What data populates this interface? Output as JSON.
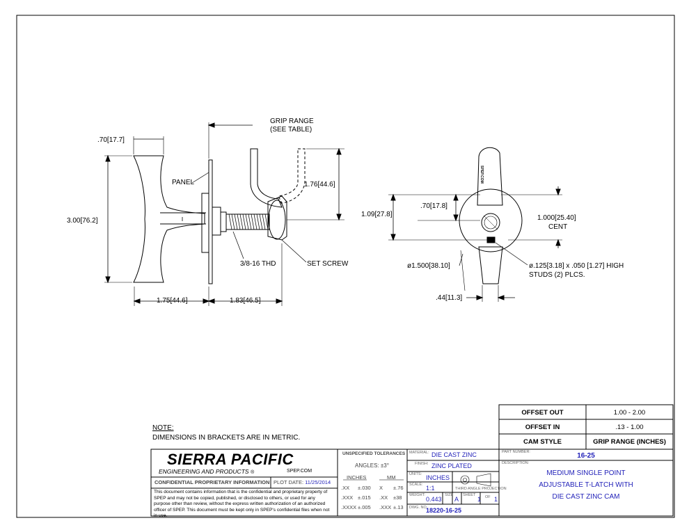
{
  "dimensions": {
    "handle_thickness": ".70",
    "handle_thickness_mm": "17.7",
    "handle_height": "3.00",
    "handle_height_mm": "76.2",
    "handle_depth": "1.75",
    "handle_depth_mm": "44.6",
    "shaft_length": "1.83",
    "shaft_length_mm": "46.5",
    "cam_height": "1.76",
    "cam_height_mm": "44.6",
    "body_offset": "1.09",
    "body_offset_mm": "27.8",
    "body_inner": ".70",
    "body_inner_mm": "17.8",
    "center_dist": "1.000",
    "center_dist_mm": "25.40",
    "center_label": "CENT",
    "diameter": "1.500",
    "diameter_mm": "38.10",
    "stud_width": ".44",
    "stud_width_mm": "11.3"
  },
  "labels": {
    "panel": "PANEL",
    "grip_range": "GRIP RANGE",
    "see_table": "(SEE TABLE)",
    "thread": "3/8-16 THD",
    "set_screw": "SET SCREW",
    "studs_line1": ".125",
    "studs_line1_mm": "3.18",
    "studs_line1_b": ".050",
    "studs_line1_b_mm": "1.27",
    "studs_line1_c": "HIGH",
    "studs_line2": "STUDS (2) PLCS.",
    "diam_symbol": "ø",
    "part_stamp": "SPEP.COM"
  },
  "note": {
    "title": "NOTE:",
    "text": "DIMENSIONS IN BRACKETS ARE IN METRIC."
  },
  "grip_table": {
    "rows": [
      {
        "label": "OFFSET OUT",
        "value": "1.00 - 2.00"
      },
      {
        "label": "OFFSET IN",
        "value": ".13 - 1.00"
      },
      {
        "label": "CAM STYLE",
        "value": "GRIP RANGE (INCHES)"
      }
    ]
  },
  "title_block": {
    "company": "SIERRA PACIFIC",
    "company_sub": "ENGINEERING AND PRODUCTS",
    "website": "SPEP.COM",
    "confidential_label": "CONFIDENTIAL PROPRIETARY INFORMATION",
    "plot_date_label": "PLOT DATE:",
    "plot_date": "11/25/2014",
    "confidential_text": "This document contains information that is the confidential and proprietary property of SPEP and may not be copied, published, or disclosed to others, or used for any purpose other than review, without the express written authorization of an authorized officer of SPEP. This document must be kept only in SPEP's confidential files when not in use.",
    "tolerances_title": "UNSPECIFIED TOLERANCES",
    "angles": "ANGLES: ±3°",
    "inches_header": "INCHES",
    "mm_header": "MM",
    "tol_rows": [
      {
        "in_fmt": ".XX",
        "in_tol": "±.030",
        "mm_fmt": "X",
        "mm_tol": "±.76"
      },
      {
        "in_fmt": ".XXX",
        "in_tol": "±.015",
        "mm_fmt": ".XX",
        "mm_tol": "±38"
      },
      {
        "in_fmt": ".XXXX",
        "in_tol": "±.005",
        "mm_fmt": ".XXX",
        "mm_tol": "±.13"
      }
    ],
    "material_label": "MATERIAL:",
    "material": "DIE CAST ZINC",
    "finish_label": "FINISH:",
    "finish": "ZINC PLATED",
    "units_label": "UNITS:",
    "units": "INCHES",
    "scale_label": "SCALE:",
    "scale": "1:1",
    "projection_label": "THIRD ANGLE PROJECTION",
    "weight_label": "WEIGHT:",
    "weight": "0.443",
    "size_label": "SIZE",
    "size": "A",
    "sheet_label": "SHEET",
    "sheet": "1",
    "of_label": "OF",
    "sheet_total": "1",
    "dwg_label": "DWG. NO.",
    "dwg_no": "18220-16-25",
    "part_number_label": "PART NUMBER:",
    "part_number": "16-25",
    "description_label": "DESCRIPTION:",
    "description_lines": [
      "MEDIUM SINGLE POINT",
      "ADJUSTABLE T-LATCH WITH",
      "DIE CAST ZINC CAM"
    ]
  },
  "colors": {
    "line": "#000000",
    "blue_text": "#1f1fb8",
    "gray_label": "#666666"
  }
}
